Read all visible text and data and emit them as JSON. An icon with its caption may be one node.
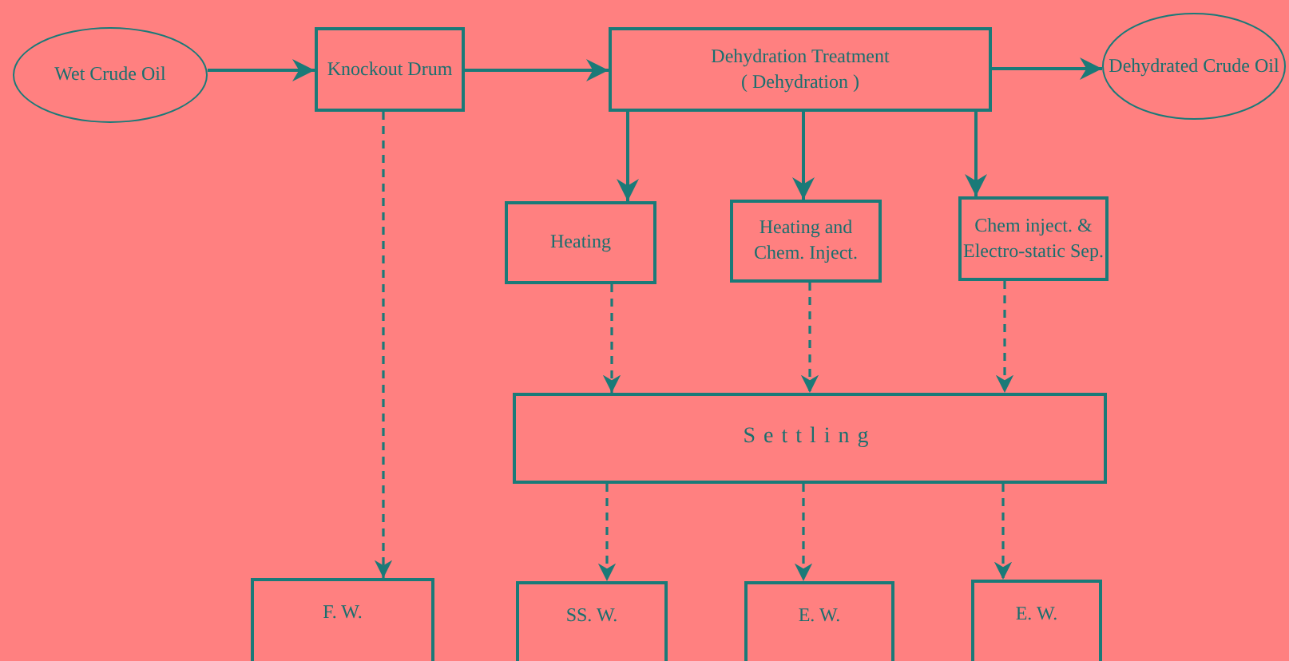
{
  "diagram": {
    "nodes": [
      {
        "text": [
          "Wet Crude Oil"
        ]
      },
      {
        "text": [
          "Knockout Drum"
        ]
      },
      {
        "text": [
          "Dehydration Treatment",
          "( Dehydration )"
        ]
      },
      {
        "text": [
          "Dehydrated Crude Oil"
        ]
      },
      {
        "text": [
          "Heating"
        ]
      },
      {
        "text": [
          "Heating and Chem. Inject."
        ]
      },
      {
        "text": [
          "Chem inject. & Electro-static Sep."
        ]
      },
      {
        "text": [
          "Settling"
        ]
      },
      {
        "text": [
          "F. W."
        ]
      },
      {
        "text": [
          "SS. W."
        ]
      },
      {
        "text": [
          "E. W."
        ]
      },
      {
        "text": [
          "E. W."
        ]
      }
    ],
    "edges": [
      {
        "from": 0,
        "to": 1,
        "arrow": "to"
      },
      {
        "from": 1,
        "to": 2,
        "arrow": "to"
      },
      {
        "from": 2,
        "to": 3,
        "arrow": "to"
      },
      {
        "from": 2,
        "to": 4,
        "arrow": "to"
      },
      {
        "from": 2,
        "to": 5,
        "arrow": "to"
      },
      {
        "from": 2,
        "to": 6,
        "arrow": "to"
      },
      {
        "from": 4,
        "to": 7,
        "arrow": "to",
        "style": "dashed"
      },
      {
        "from": 5,
        "to": 7,
        "arrow": "to",
        "style": "dashed"
      },
      {
        "from": 6,
        "to": 7,
        "arrow": "to",
        "style": "dashed"
      },
      {
        "from": 1,
        "to": 8,
        "arrow": "to",
        "style": "dashed"
      },
      {
        "from": 7,
        "to": 9,
        "arrow": "to",
        "style": "dashed"
      },
      {
        "from": 7,
        "to": 10,
        "arrow": "to",
        "style": "dashed"
      },
      {
        "from": 7,
        "to": 11,
        "arrow": "to",
        "style": "dashed"
      }
    ]
  }
}
